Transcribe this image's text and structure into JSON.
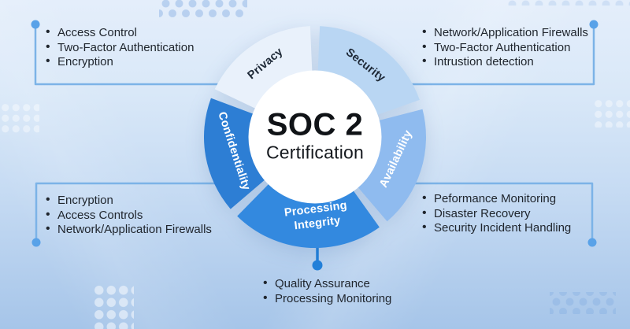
{
  "title": {
    "main": "SOC 2",
    "subtitle": "Certification"
  },
  "donut": {
    "segments": [
      {
        "id": "security",
        "label": "Security",
        "color": "#b9d6f3",
        "label_color": "#1d2836",
        "start_angle": 2.5,
        "end_angle": 70.5
      },
      {
        "id": "availability",
        "label": "Availability",
        "color": "#8fbbef",
        "label_color": "#ffffff",
        "start_angle": 75.5,
        "end_angle": 139.5
      },
      {
        "id": "processing-integrity",
        "label": "Processing Integrity",
        "color": "#3389df",
        "label_color": "#ffffff",
        "start_angle": 144.5,
        "end_angle": 224.5
      },
      {
        "id": "confidentiality",
        "label": "Confidentiality",
        "color": "#2d7ed4",
        "label_color": "#ffffff",
        "start_angle": 229.5,
        "end_angle": 290.5
      },
      {
        "id": "privacy",
        "label": "Privacy",
        "color": "#e9f1fb",
        "label_color": "#1d2836",
        "start_angle": 295.5,
        "end_angle": 357.5
      }
    ],
    "inner_circle_color": "#ffffff"
  },
  "lists": {
    "privacy": {
      "items": [
        "Access Control",
        "Two-Factor Authentication",
        "Encryption"
      ]
    },
    "security": {
      "items": [
        "Network/Application Firewalls",
        "Two-Factor Authentication",
        "Intrustion detection"
      ]
    },
    "confidentiality": {
      "items": [
        "Encryption",
        "Access Controls",
        "Network/Application Firewalls"
      ]
    },
    "availability": {
      "items": [
        "Peformance Monitoring",
        "Disaster Recovery",
        "Security Incident Handling"
      ]
    },
    "processing_integrity": {
      "items": [
        "Quality Assurance",
        "Processing Monitoring"
      ]
    }
  },
  "colors": {
    "connector_line": "#7cb3e7",
    "connector_dot": "#59a2e8",
    "center_connector": "#2280da"
  }
}
